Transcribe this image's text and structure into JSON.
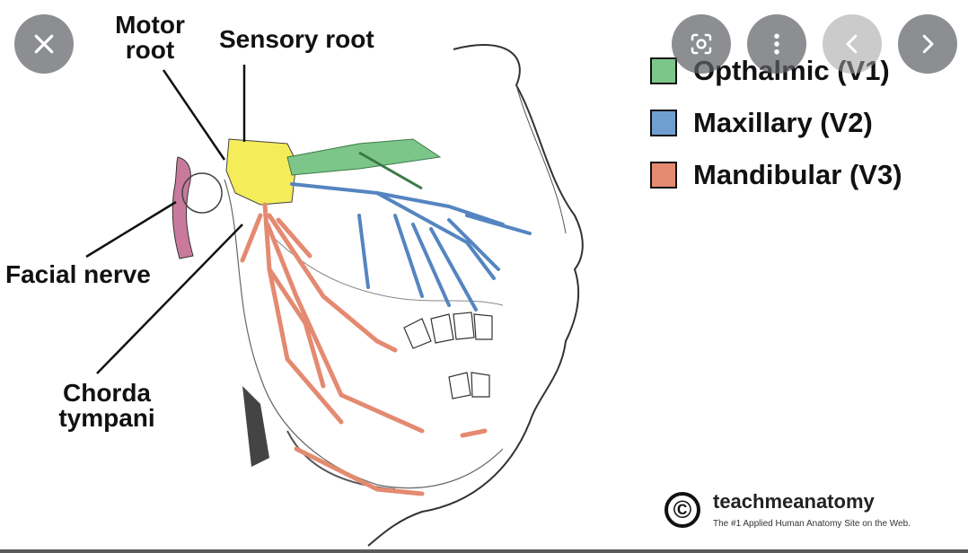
{
  "labels": {
    "motor_root": "Motor root",
    "sensory_root": "Sensory root",
    "facial_nerve": "Facial nerve",
    "chorda_tympani": "Chorda tympani"
  },
  "legend": [
    {
      "label": "Opthalmic (V1)",
      "color": "#7dc68a"
    },
    {
      "label": "Maxillary (V2)",
      "color": "#6f9fd1"
    },
    {
      "label": "Mandibular (V3)",
      "color": "#e48a71"
    }
  ],
  "watermark": {
    "symbol": "©",
    "name": "teachmeanatomy",
    "tagline": "The #1 Applied Human Anatomy Site on the Web."
  },
  "controls": {
    "close": "close-icon",
    "lens": "lens-icon",
    "more": "more-vertical-icon",
    "prev": "chevron-left-icon",
    "next": "chevron-right-icon"
  },
  "colors": {
    "ganglion": "#f5ec5a",
    "v1": "#7dc68a",
    "v2": "#6f9fd1",
    "v3": "#e48a71",
    "facial": "#c97a9c"
  }
}
